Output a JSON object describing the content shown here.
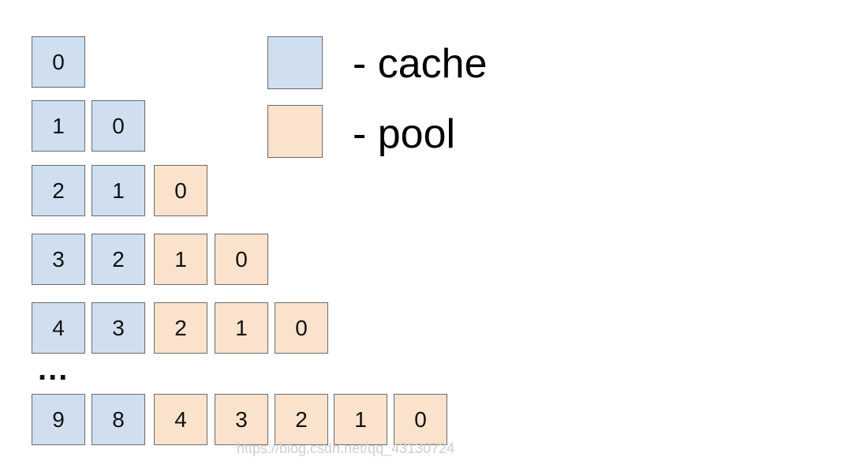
{
  "colors": {
    "cache": "#cfdff0",
    "pool": "#fbe2cc"
  },
  "legend": [
    {
      "kind": "cache",
      "label": "- cache"
    },
    {
      "kind": "pool",
      "label": "- pool"
    }
  ],
  "rows": [
    {
      "cells": [
        {
          "v": "0",
          "k": "cache"
        }
      ]
    },
    {
      "cells": [
        {
          "v": "1",
          "k": "cache"
        },
        {
          "v": "0",
          "k": "cache"
        }
      ]
    },
    {
      "cells": [
        {
          "v": "2",
          "k": "cache"
        },
        {
          "v": "1",
          "k": "cache"
        },
        {
          "v": "0",
          "k": "pool"
        }
      ]
    },
    {
      "cells": [
        {
          "v": "3",
          "k": "cache"
        },
        {
          "v": "2",
          "k": "cache"
        },
        {
          "v": "1",
          "k": "pool"
        },
        {
          "v": "0",
          "k": "pool"
        }
      ]
    },
    {
      "cells": [
        {
          "v": "4",
          "k": "cache"
        },
        {
          "v": "3",
          "k": "cache"
        },
        {
          "v": "2",
          "k": "pool"
        },
        {
          "v": "1",
          "k": "pool"
        },
        {
          "v": "0",
          "k": "pool"
        }
      ]
    },
    {
      "cells": [
        {
          "v": "9",
          "k": "cache"
        },
        {
          "v": "8",
          "k": "cache"
        },
        {
          "v": "4",
          "k": "pool"
        },
        {
          "v": "3",
          "k": "pool"
        },
        {
          "v": "2",
          "k": "pool"
        },
        {
          "v": "1",
          "k": "pool"
        },
        {
          "v": "0",
          "k": "pool"
        }
      ]
    }
  ],
  "ellipsis": "...",
  "watermark": "https://blog.csdn.net/qq_43130724"
}
